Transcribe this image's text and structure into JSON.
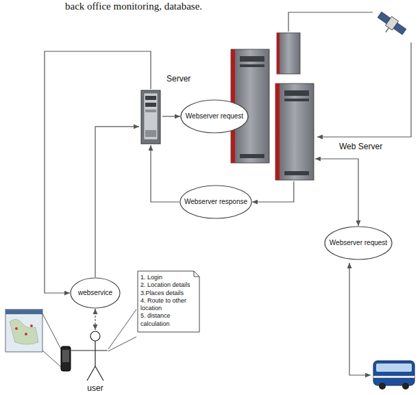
{
  "diagram": {
    "nodes": [
      {
        "text": [
          "Server"
        ]
      },
      {
        "text": [
          "Webserver request"
        ]
      },
      {
        "text": [
          "Web Server"
        ]
      },
      {
        "text": [
          "Webserver response"
        ]
      },
      {
        "text": [
          "webservice"
        ]
      },
      {
        "text": [
          "1. Login",
          "2. Location details",
          "3.Places details",
          "4. Route to other location",
          "5. distance calculation"
        ]
      },
      {
        "text": [
          "Webserver request"
        ]
      },
      {
        "text": [
          "user"
        ]
      }
    ],
    "edges": [
      {
        "from": 0,
        "to": 1,
        "arrow": "to"
      },
      {
        "from": 1,
        "to": 2,
        "arrow": "to"
      },
      {
        "from": 2,
        "to": 3,
        "arrow": "to"
      },
      {
        "from": 3,
        "to": 0,
        "arrow": "to"
      },
      {
        "from": 0,
        "to": 4,
        "arrow": "to"
      },
      {
        "from": 4,
        "to": 0,
        "arrow": "to"
      },
      {
        "from": 4,
        "to": 7,
        "arrow": "both"
      },
      {
        "from": 2,
        "to": 6,
        "arrow": "both"
      }
    ],
    "labels": [
      "back office monitoring, database."
    ]
  }
}
